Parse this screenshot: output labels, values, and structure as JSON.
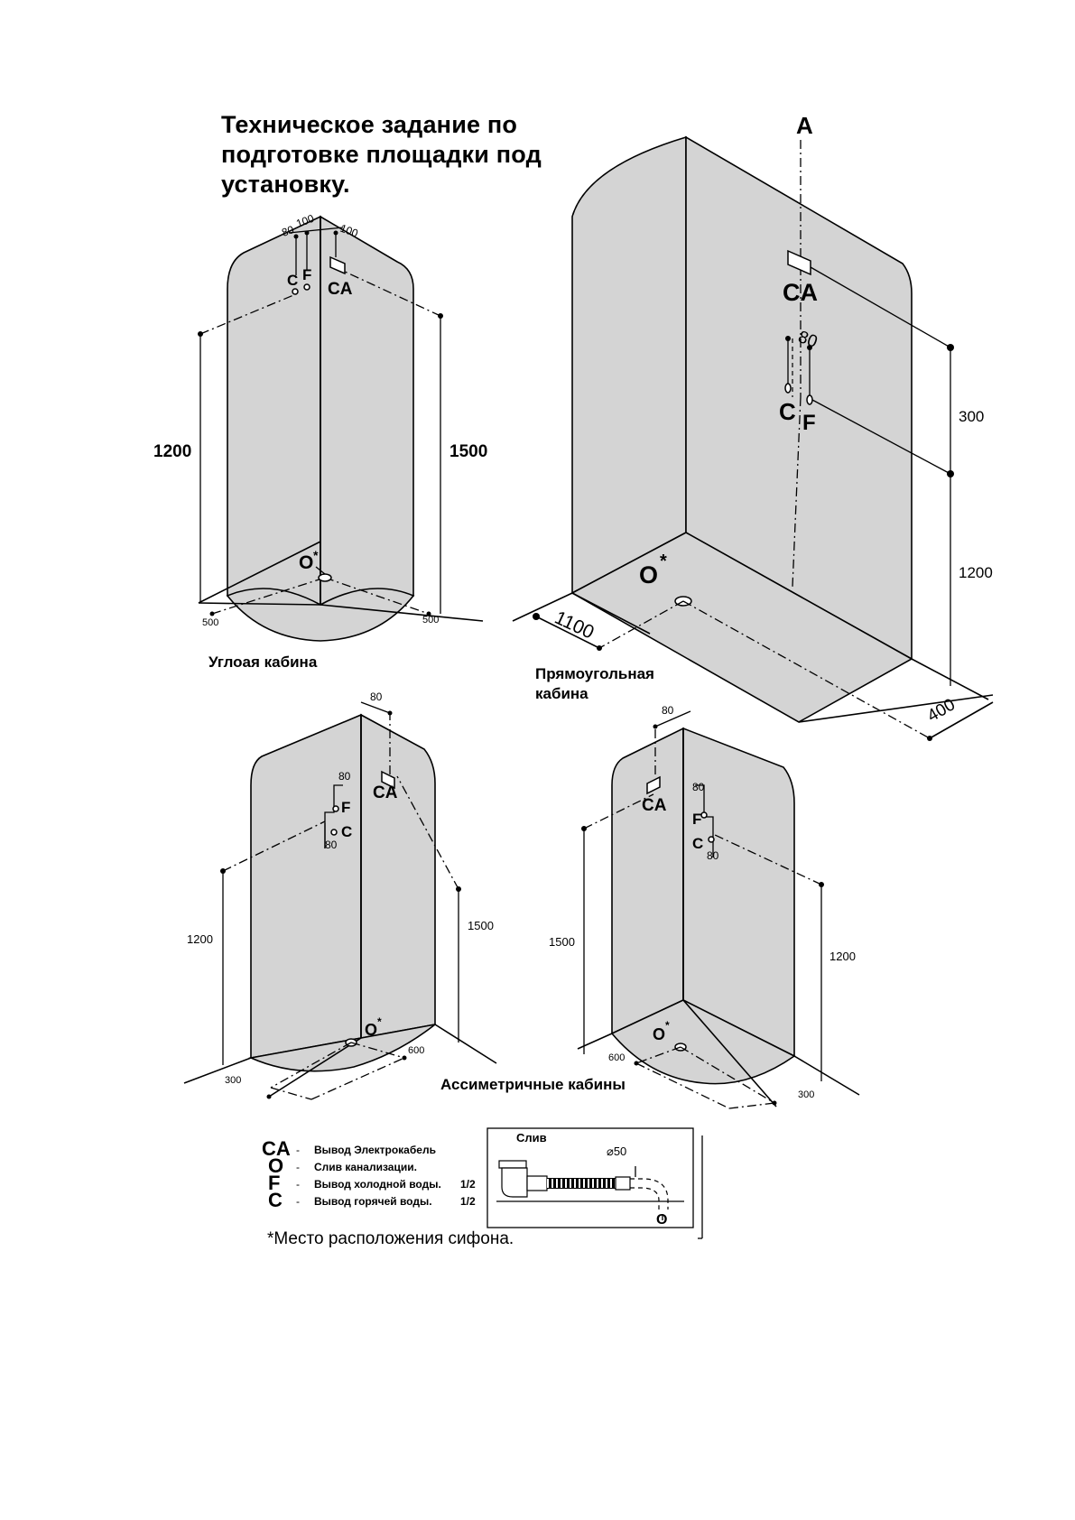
{
  "title": {
    "line1": "Техническое задание по",
    "line2": "подготовке площадки под",
    "line3": "установку."
  },
  "captions": {
    "corner_cabin": "Углоая кабина",
    "rect_cabin_line1": "Прямоугольная",
    "rect_cabin_line2": "кабина",
    "asym_cabins": "Ассиметричные кабины"
  },
  "corner_cabin": {
    "dim_left_height": "1200",
    "dim_right_height": "1500",
    "dim_floor_left": "500",
    "dim_floor_right": "500",
    "dim_top_80": "80",
    "dim_top_100a": "100",
    "dim_top_100b": "100",
    "label_c": "C",
    "label_f": "F",
    "label_ca": "CA",
    "label_o": "O",
    "asterisk": "*"
  },
  "rect_cabin": {
    "label_a": "A",
    "label_ca": "CA",
    "label_c": "C",
    "label_f": "F",
    "label_o": "O",
    "asterisk": "*",
    "dim_80": "80",
    "dim_300": "300",
    "dim_1200": "1200",
    "dim_1100": "1100",
    "dim_400": "400"
  },
  "asym_left": {
    "dim_top_80": "80",
    "dim_f_80": "80",
    "dim_c_80": "80",
    "dim_left_height": "1200",
    "dim_right_height": "1500",
    "dim_floor_left": "300",
    "dim_floor_right": "600",
    "label_f": "F",
    "label_c": "C",
    "label_ca": "CA",
    "label_o": "O",
    "asterisk": "*"
  },
  "asym_right": {
    "dim_top_80": "80",
    "dim_f_80": "80",
    "dim_c_80": "80",
    "dim_left_height": "1500",
    "dim_right_height": "1200",
    "dim_floor_left": "600",
    "dim_floor_right": "300",
    "label_f": "F",
    "label_c": "C",
    "label_ca": "CA",
    "label_o": "O",
    "asterisk": "*"
  },
  "legend": {
    "items": [
      {
        "sym": "CA",
        "dash": "-",
        "text": "Вывод Электрокабель",
        "size": ""
      },
      {
        "sym": "O",
        "dash": "-",
        "text": "Слив канализации.",
        "size": ""
      },
      {
        "sym": "F",
        "dash": "-",
        "text": "Вывод холодной воды.",
        "size": "1/2"
      },
      {
        "sym": "C",
        "dash": "-",
        "text": "Вывод горячей воды.",
        "size": "1/2"
      }
    ]
  },
  "drain_box": {
    "title": "Слив",
    "diameter": "⌀50",
    "label_o": "O"
  },
  "footnote": "*Место расположения сифона.",
  "colors": {
    "panel_fill": "#d4d4d4",
    "line": "#000000",
    "background": "#ffffff"
  }
}
